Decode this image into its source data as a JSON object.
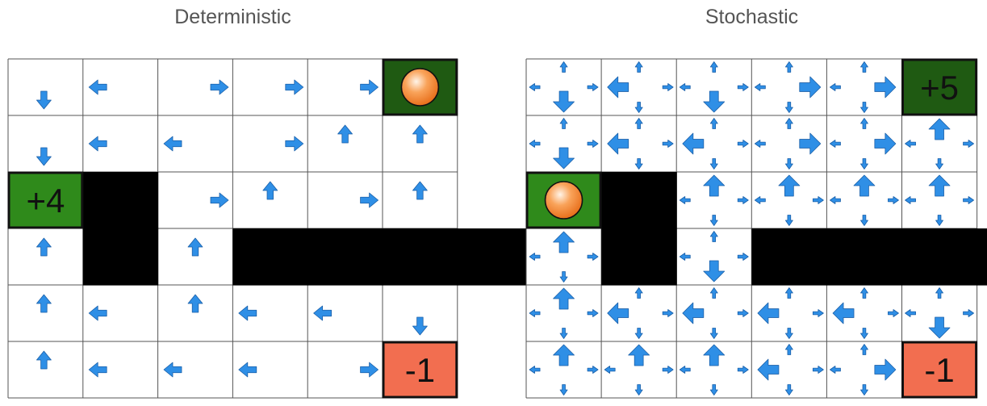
{
  "grids": [
    {
      "title": "Deterministic",
      "mode": "deterministic",
      "walls": [
        [
          2,
          1
        ],
        [
          3,
          1
        ],
        [
          3,
          3
        ],
        [
          3,
          4
        ],
        [
          3,
          5
        ],
        [
          3,
          6
        ]
      ],
      "terminals": [
        {
          "row": 0,
          "col": 5,
          "label": "",
          "color": "#1f5a12",
          "agent": true
        },
        {
          "row": 2,
          "col": 0,
          "label": "+4",
          "color": "#2f8a1b"
        },
        {
          "row": 5,
          "col": 5,
          "label": "-1",
          "color": "#f26e50"
        }
      ],
      "policy": [
        [
          "down",
          "left",
          "right",
          "right",
          "right",
          null
        ],
        [
          "down",
          "left",
          "left",
          "right",
          "up",
          "up"
        ],
        [
          null,
          null,
          "right",
          "up",
          "right",
          "up"
        ],
        [
          "up",
          null,
          "up",
          null,
          null,
          null
        ],
        [
          "up",
          "left",
          "up",
          "left",
          "left",
          "down"
        ],
        [
          "up",
          "left",
          "left",
          "left",
          "right",
          null
        ]
      ]
    },
    {
      "title": "Stochastic",
      "mode": "stochastic",
      "walls": [
        [
          2,
          1
        ],
        [
          3,
          1
        ],
        [
          3,
          3
        ],
        [
          3,
          4
        ],
        [
          3,
          5
        ],
        [
          3,
          6
        ]
      ],
      "terminals": [
        {
          "row": 0,
          "col": 5,
          "label": "+5",
          "color": "#1f5a12"
        },
        {
          "row": 2,
          "col": 0,
          "label": "",
          "color": "#2f8a1b",
          "agent": true
        },
        {
          "row": 5,
          "col": 5,
          "label": "-1",
          "color": "#f26e50"
        }
      ],
      "policy": [
        [
          "down",
          "left",
          "down",
          "right",
          "right",
          null
        ],
        [
          "down",
          "left",
          "left",
          "right",
          "right",
          "up"
        ],
        [
          null,
          null,
          "up",
          "up",
          "up",
          "up"
        ],
        [
          "up",
          null,
          "down",
          null,
          null,
          null
        ],
        [
          "up",
          "left",
          "left",
          "left",
          "left",
          "down"
        ],
        [
          "up",
          "up",
          "up",
          "left",
          "right",
          null
        ]
      ]
    }
  ],
  "colors": {
    "arrow": "#2f8fe6",
    "arrow_outline": "#1a5fa8",
    "wall": "#000000",
    "grid_line": "#555555",
    "agent_fill": "#f5862e"
  }
}
